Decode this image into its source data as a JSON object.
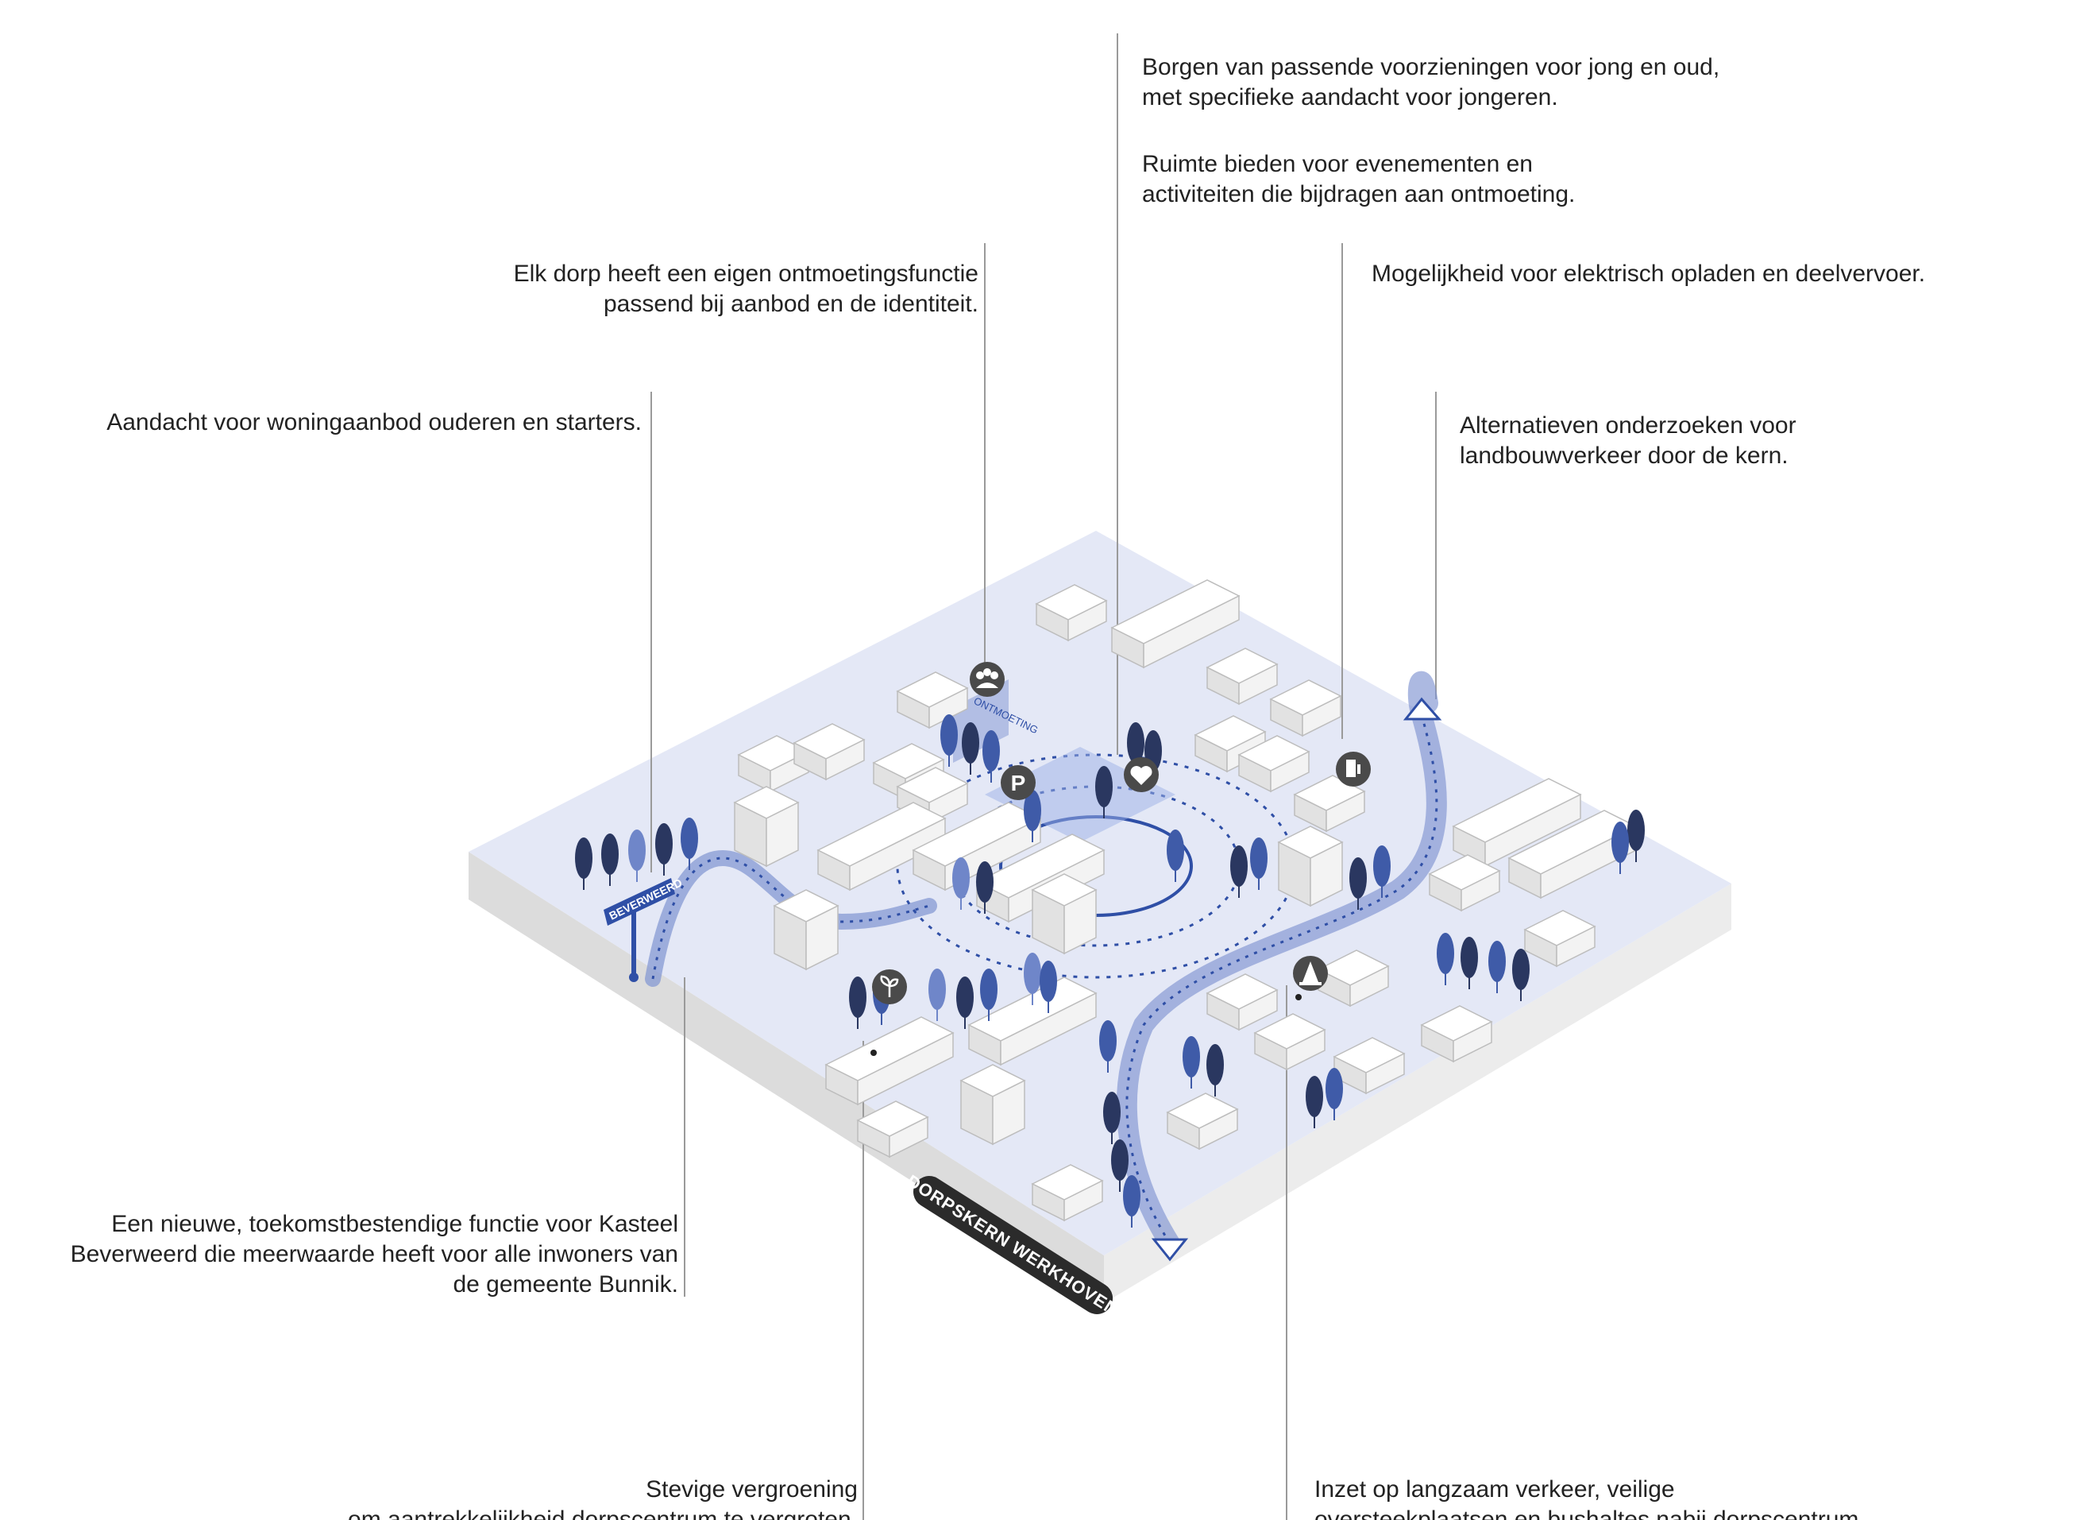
{
  "annotations": {
    "woningaanbod": "Aandacht voor woningaanbod ouderen en starters.",
    "ontmoetingsfunctie": [
      "Elk dorp heeft een eigen ontmoetingsfunctie",
      "passend bij aanbod en de identiteit."
    ],
    "voorzieningen": [
      "Borgen van passende voorzieningen voor jong en oud,",
      "met specifieke aandacht voor jongeren."
    ],
    "evenementen": [
      "Ruimte bieden voor evenementen en",
      "activiteiten die bijdragen aan ontmoeting."
    ],
    "opladen": "Mogelijkheid voor elektrisch opladen en deelvervoer.",
    "landbouwverkeer": [
      "Alternatieven onderzoeken voor",
      "landbouwverkeer door de kern."
    ],
    "kasteel": [
      "Een nieuwe, toekomstbestendige functie voor Kasteel",
      "Beverweerd die meerwaarde heeft voor alle inwoners van",
      "de gemeente Bunnik."
    ],
    "vergroening": [
      "Stevige vergroening",
      "om aantrekkelijkheid dorpscentrum te vergroten."
    ],
    "langzaam_verkeer": [
      "Inzet op langzaam verkeer, veilige",
      "oversteekplaatsen en bushaltes nabij dorpscentrum."
    ]
  },
  "map": {
    "sign_label": "BEVERWEERD",
    "center_label": "ONTMOETING",
    "parking_symbol": "P",
    "base_label": "DORPSKERN WERKHOVEN",
    "icons": [
      "people-icon",
      "parking-icon",
      "heart-icon",
      "charging-station-icon",
      "seedling-icon",
      "traffic-cone-icon"
    ]
  },
  "colors": {
    "text": "#222222",
    "leader": "#9a9a9a",
    "ground": "#e4e8f6",
    "accent": "#2f4fa6",
    "tree_dark": "#2a3760",
    "tree_mid": "#3f5ba8",
    "tree_light": "#6f86c9",
    "icon_bg": "#4a4a4a"
  }
}
